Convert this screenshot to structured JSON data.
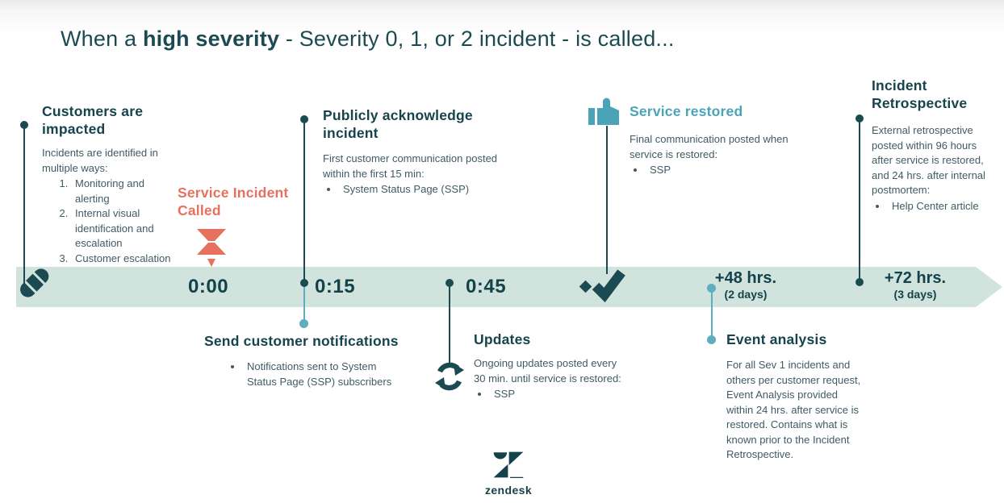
{
  "title": {
    "prefix": "When a ",
    "bold": "high severity",
    "suffix": " - Severity 0, 1, or 2 incident - is called..."
  },
  "timeline": {
    "ticks": [
      {
        "label": "0:00"
      },
      {
        "label": "0:15"
      },
      {
        "label": "0:45"
      },
      {
        "label": "+48 hrs.",
        "sub": "(2 days)"
      },
      {
        "label": "+72 hrs.",
        "sub": "(3 days)"
      }
    ]
  },
  "events": {
    "customers_impacted": {
      "title": "Customers are impacted",
      "intro": "Incidents are identified in multiple ways:",
      "items": [
        "Monitoring and alerting",
        "Internal visual identification and escalation",
        "Customer escalation"
      ]
    },
    "service_incident_called": {
      "title": "Service Incident Called"
    },
    "publicly_acknowledge": {
      "title": "Publicly acknowledge incident",
      "intro": "First customer communication posted within the first 15 min:",
      "items": [
        "System Status Page (SSP)"
      ]
    },
    "send_notifications": {
      "title": "Send customer notifications",
      "items": [
        "Notifications sent to System Status Page (SSP) subscribers"
      ]
    },
    "updates": {
      "title": "Updates",
      "intro": "Ongoing updates posted every 30 min. until service is restored:",
      "items": [
        "SSP"
      ]
    },
    "service_restored": {
      "title": "Service restored",
      "intro": "Final communication posted when service is restored:",
      "items": [
        "SSP"
      ]
    },
    "event_analysis": {
      "title": "Event analysis",
      "body": "For all Sev 1 incidents and others per customer request, Event Analysis provided within 24 hrs. after service is restored. Contains what is known prior to the Incident Retrospective."
    },
    "incident_retrospective": {
      "title": "Incident Retrospective",
      "intro": "External retrospective posted within 96 hours after service is restored, and 24 hrs. after internal postmortem:",
      "items": [
        "Help Center article"
      ]
    }
  },
  "icons": {
    "timeline_start": "bandage-icon",
    "incident_called": "pushpin-icon",
    "service_restored": "thumbs-up-icon",
    "restored_marker": "check-icon",
    "updates": "refresh-icon",
    "brand": "zendesk-logo"
  },
  "footer": {
    "brand": "zendesk"
  },
  "colors": {
    "dark_teal": "#1b4a53",
    "body_teal": "#405b64",
    "coral": "#e7705e",
    "accent_teal": "#4ba3b7",
    "line_teal": "#5fadbf",
    "band": "#d0e3dd"
  }
}
